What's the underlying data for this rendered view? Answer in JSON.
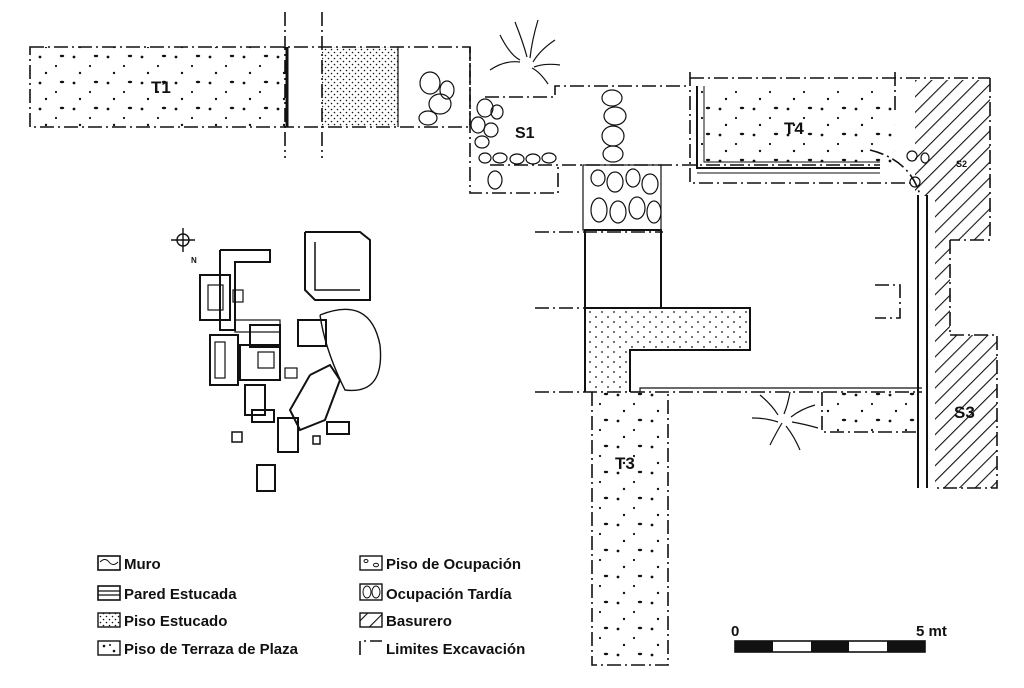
{
  "labels": {
    "t1": "T1",
    "s1": "S1",
    "t4": "T4",
    "s2": "S2",
    "t3": "T3",
    "s3": "S3",
    "north": "N"
  },
  "legend": {
    "muro": "Muro",
    "pared_estucada": "Pared Estucada",
    "piso_estucado": "Piso Estucado",
    "piso_terraza": "Piso de Terraza de Plaza",
    "piso_ocupacion": "Piso de Ocupación",
    "ocupacion_tardia": "Ocupación Tardía",
    "basurero": "Basurero",
    "limites": "Limites Excavación"
  },
  "scale": {
    "start": "0",
    "end": "5 mt",
    "segments": 5
  },
  "colors": {
    "ink": "#111111",
    "paper": "#ffffff"
  }
}
